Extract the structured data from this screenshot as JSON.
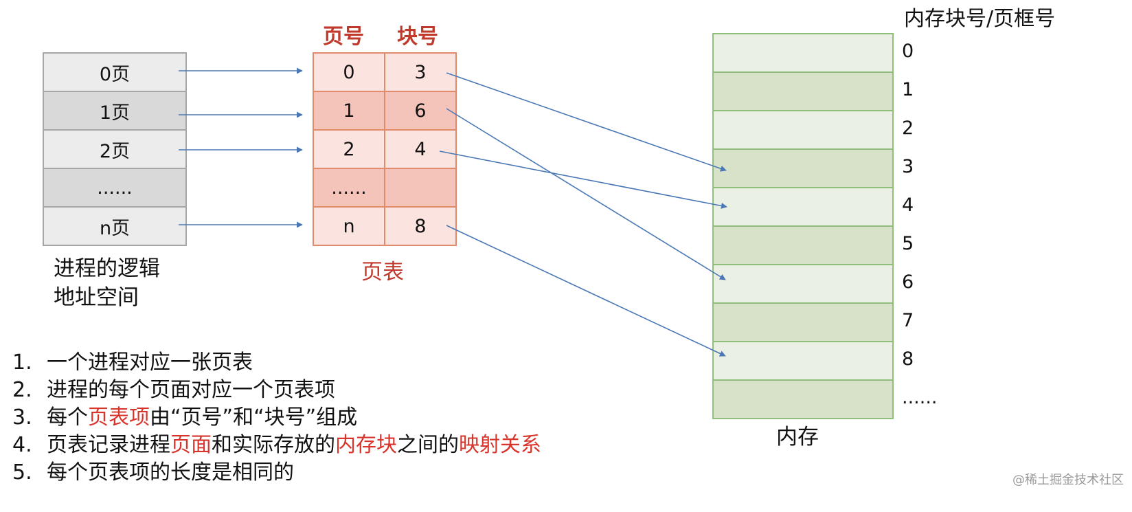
{
  "logical_space": {
    "rows": [
      "0页",
      "1页",
      "2页",
      "......",
      "n页"
    ],
    "caption": [
      "进程的逻辑",
      "地址空间"
    ]
  },
  "page_table": {
    "header_page": "页号",
    "header_block": "块号",
    "rows": [
      {
        "page": "0",
        "block": "3"
      },
      {
        "page": "1",
        "block": "6"
      },
      {
        "page": "2",
        "block": "4"
      },
      {
        "page": "......",
        "block": ""
      },
      {
        "page": "n",
        "block": "8"
      }
    ],
    "caption": "页表"
  },
  "memory": {
    "title": "内存块号/页框号",
    "indices": [
      "0",
      "1",
      "2",
      "3",
      "4",
      "5",
      "6",
      "7",
      "8",
      "......"
    ],
    "caption": "内存"
  },
  "notes": [
    {
      "num": "1.",
      "parts": [
        {
          "t": "一个进程对应一张页表",
          "red": false
        }
      ]
    },
    {
      "num": "2.",
      "parts": [
        {
          "t": "进程的每个页面对应一个页表项",
          "red": false
        }
      ]
    },
    {
      "num": "3.",
      "parts": [
        {
          "t": "每个",
          "red": false
        },
        {
          "t": "页表项",
          "red": true
        },
        {
          "t": "由“页号”和“块号”组成",
          "red": false
        }
      ]
    },
    {
      "num": "4.",
      "parts": [
        {
          "t": "页表记录进程",
          "red": false
        },
        {
          "t": "页面",
          "red": true
        },
        {
          "t": "和实际存放的",
          "red": false
        },
        {
          "t": "内存块",
          "red": true
        },
        {
          "t": "之间的",
          "red": false
        },
        {
          "t": "映射关系",
          "red": true
        }
      ]
    },
    {
      "num": "5.",
      "parts": [
        {
          "t": "每个页表项的长度是相同的",
          "red": false
        }
      ]
    }
  ],
  "watermark": "@稀土掘金技术社区",
  "colors": {
    "accent_red": "#d9342b",
    "arrow": "#4a78b5"
  }
}
